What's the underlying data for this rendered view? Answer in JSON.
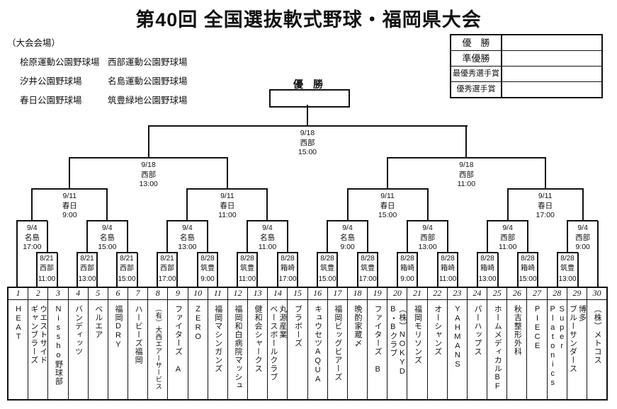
{
  "title": "第40回 全国選抜軟式野球・福岡県大会",
  "venues": {
    "header": "（大会会場）",
    "rows": [
      [
        "桧原運動公園野球場",
        "西部運動公園野球場"
      ],
      [
        "汐井公園野球場",
        "名島運動公園野球場"
      ],
      [
        "春日公園野球場",
        "筑豊緑地公園野球場"
      ]
    ]
  },
  "results": {
    "rows": [
      {
        "label": "優　勝",
        "value": ""
      },
      {
        "label": "準優勝",
        "value": ""
      },
      {
        "label": "最優秀選手賞",
        "value": ""
      },
      {
        "label": "優秀選手賞",
        "value": ""
      }
    ]
  },
  "bracket": {
    "champion_label": "優　勝",
    "final": {
      "date": "9/18",
      "venue": "西部",
      "time": "15:00"
    },
    "semifinals": [
      {
        "date": "9/18",
        "venue": "西部",
        "time": "13:00"
      },
      {
        "date": "9/18",
        "venue": "西部",
        "time": "11:00"
      }
    ],
    "quarterfinals": [
      {
        "date": "9/11",
        "venue": "春日",
        "time": "9:00"
      },
      {
        "date": "9/11",
        "venue": "春日",
        "time": "11:00"
      },
      {
        "date": "9/11",
        "venue": "春日",
        "time": "15:00"
      },
      {
        "date": "9/11",
        "venue": "春日",
        "time": "17:00"
      }
    ],
    "round_of_16": [
      {
        "date": "9/4",
        "venue": "名島",
        "time": "17:00"
      },
      {
        "date": "9/4",
        "venue": "名島",
        "time": "15:00"
      },
      {
        "date": "9/4",
        "venue": "名島",
        "time": "13:00"
      },
      {
        "date": "9/4",
        "venue": "名島",
        "time": "11:00"
      },
      {
        "date": "9/4",
        "venue": "名島",
        "time": "9:00"
      },
      {
        "date": "9/4",
        "venue": "西部",
        "time": "13:00"
      },
      {
        "date": "9/4",
        "venue": "西部",
        "time": "11:00"
      },
      {
        "date": "9/4",
        "venue": "西部",
        "time": "9:00"
      }
    ],
    "round1": [
      {
        "teams": [
          2,
          3
        ],
        "date": "8/21",
        "venue": "西部",
        "time": "11:00"
      },
      {
        "teams": [
          4,
          5
        ],
        "date": "8/21",
        "venue": "西部",
        "time": "13:00"
      },
      {
        "teams": [
          6,
          7
        ],
        "date": "8/21",
        "venue": "西部",
        "time": "15:00"
      },
      {
        "teams": [
          8,
          9
        ],
        "date": "8/21",
        "venue": "西部",
        "time": "17:00"
      },
      {
        "teams": [
          10,
          11
        ],
        "date": "8/28",
        "venue": "筑豊",
        "time": "9:00"
      },
      {
        "teams": [
          12,
          13
        ],
        "date": "8/28",
        "venue": "筑豊",
        "time": "11:00"
      },
      {
        "teams": [
          14,
          15
        ],
        "date": "8/28",
        "venue": "箱崎",
        "time": "17:00"
      },
      {
        "teams": [
          16,
          17
        ],
        "date": "8/28",
        "venue": "筑豊",
        "time": "15:00"
      },
      {
        "teams": [
          18,
          19
        ],
        "date": "8/28",
        "venue": "筑豊",
        "time": "17:00"
      },
      {
        "teams": [
          20,
          21
        ],
        "date": "8/28",
        "venue": "箱崎",
        "time": "9:00"
      },
      {
        "teams": [
          22,
          23
        ],
        "date": "8/28",
        "venue": "箱崎",
        "time": "11:00"
      },
      {
        "teams": [
          24,
          25
        ],
        "date": "8/28",
        "venue": "箱崎",
        "time": "13:00"
      },
      {
        "teams": [
          26,
          27
        ],
        "date": "8/28",
        "venue": "箱崎",
        "time": "15:00"
      },
      {
        "teams": [
          28,
          29
        ],
        "date": "8/28",
        "venue": "筑豊",
        "time": "13:00"
      }
    ],
    "byes": [
      1,
      30
    ]
  },
  "teams": [
    {
      "num": "1",
      "name": "HEAT"
    },
    {
      "num": "2",
      "name": "ウエストサイド\nギャンブラーズ"
    },
    {
      "num": "3",
      "name": "Nissho野球部"
    },
    {
      "num": "4",
      "name": "バンディッツ"
    },
    {
      "num": "5",
      "name": "ベルエア"
    },
    {
      "num": "6",
      "name": "福岡DRY"
    },
    {
      "num": "7",
      "name": "ハービーズ福岡"
    },
    {
      "num": "8",
      "name": "（有）大西エアーサービス"
    },
    {
      "num": "9",
      "name": "ファイターズ A"
    },
    {
      "num": "10",
      "name": "ZERO"
    },
    {
      "num": "11",
      "name": "福岡マシンガンズ"
    },
    {
      "num": "12",
      "name": "福岡和白病院マッシュ"
    },
    {
      "num": "13",
      "name": "健和会シャークス"
    },
    {
      "num": "14",
      "name": "丸源産業\nベースボールクラブ"
    },
    {
      "num": "15",
      "name": "ブラボーズ"
    },
    {
      "num": "16",
      "name": "キュウセツAQUA"
    },
    {
      "num": "17",
      "name": "福岡ビッグビアーズ"
    },
    {
      "num": "18",
      "name": "晩酌家蔵〆"
    },
    {
      "num": "19",
      "name": "ファイターズ B"
    },
    {
      "num": "20",
      "name": "（株）NOKYD\nB・Bクラブ"
    },
    {
      "num": "21",
      "name": "福岡モリソンズ"
    },
    {
      "num": "22",
      "name": "オーシャンズ"
    },
    {
      "num": "23",
      "name": "YAHMANS"
    },
    {
      "num": "24",
      "name": "パーハップス"
    },
    {
      "num": "25",
      "name": "ホームメディカルBF"
    },
    {
      "num": "26",
      "name": "秋吉整形外科"
    },
    {
      "num": "27",
      "name": "PIECE"
    },
    {
      "num": "28",
      "name": "Super\nPlatonics"
    },
    {
      "num": "29",
      "name": "博多\nブルーサンダース"
    },
    {
      "num": "30",
      "name": "（株）メトコス"
    }
  ]
}
